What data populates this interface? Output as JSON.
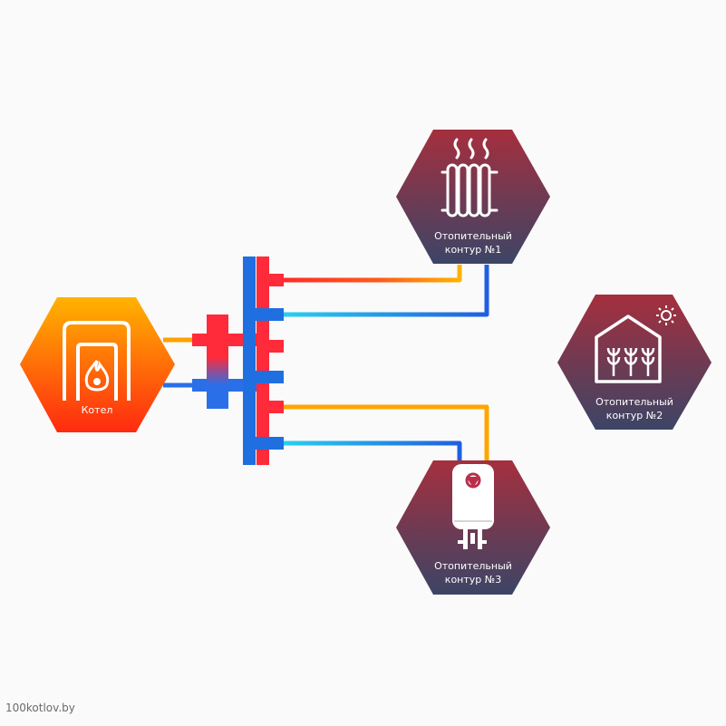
{
  "boiler": {
    "label": "Котел"
  },
  "circuits": [
    {
      "line1": "Отопительный",
      "line2": "контур  №1",
      "icon": "radiator-icon"
    },
    {
      "line1": "Отопительный",
      "line2": "контур  №2",
      "icon": "greenhouse-icon"
    },
    {
      "line1": "Отопительный",
      "line2": "контур  №3",
      "icon": "water-heater-icon"
    }
  ],
  "colors": {
    "supply": "#ff2a2a",
    "return": "#1f6fe0",
    "boiler_gradient": [
      "#ffb300",
      "#ff2a10"
    ],
    "circuit_gradient": [
      "#a52f3e",
      "#3c4566"
    ]
  },
  "watermark": "100kotlov.by"
}
